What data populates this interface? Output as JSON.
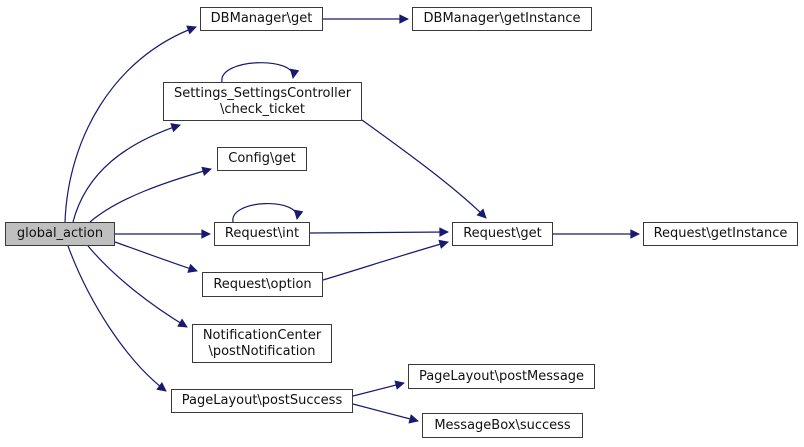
{
  "graph": {
    "kind": "doxygen-call-graph",
    "colors": {
      "edge": "#191970",
      "node_fill": "#ffffff",
      "root_fill": "#bfbfbf",
      "node_border": "#3a3a3a",
      "text": "#101010",
      "background": "#ffffff"
    },
    "nodes": {
      "global_action": {
        "label": "global_action"
      },
      "dbmanager_get": {
        "label": "DBManager\\get"
      },
      "dbmanager_getinstance": {
        "label": "DBManager\\getInstance"
      },
      "check_ticket": {
        "line1": "Settings_SettingsController",
        "line2": "\\check_ticket"
      },
      "config_get": {
        "label": "Config\\get"
      },
      "request_int": {
        "label": "Request\\int"
      },
      "request_get": {
        "label": "Request\\get"
      },
      "request_getinstance": {
        "label": "Request\\getInstance"
      },
      "request_option": {
        "label": "Request\\option"
      },
      "notification_center": {
        "line1": "NotificationCenter",
        "line2": "\\postNotification"
      },
      "pagelayout_postsuccess": {
        "label": "PageLayout\\postSuccess"
      },
      "pagelayout_postmessage": {
        "label": "PageLayout\\postMessage"
      },
      "messagebox_success": {
        "label": "MessageBox\\success"
      }
    },
    "edges": [
      {
        "from": "global_action",
        "to": "DBManager\\get"
      },
      {
        "from": "global_action",
        "to": "Settings_SettingsController\\check_ticket"
      },
      {
        "from": "global_action",
        "to": "Config\\get"
      },
      {
        "from": "global_action",
        "to": "Request\\int"
      },
      {
        "from": "global_action",
        "to": "Request\\option"
      },
      {
        "from": "global_action",
        "to": "NotificationCenter\\postNotification"
      },
      {
        "from": "global_action",
        "to": "PageLayout\\postSuccess"
      },
      {
        "from": "DBManager\\get",
        "to": "DBManager\\getInstance"
      },
      {
        "from": "Settings_SettingsController\\check_ticket",
        "to": "Settings_SettingsController\\check_ticket"
      },
      {
        "from": "Settings_SettingsController\\check_ticket",
        "to": "Request\\get"
      },
      {
        "from": "Request\\int",
        "to": "Request\\int"
      },
      {
        "from": "Request\\int",
        "to": "Request\\get"
      },
      {
        "from": "Request\\option",
        "to": "Request\\get"
      },
      {
        "from": "Request\\get",
        "to": "Request\\getInstance"
      },
      {
        "from": "PageLayout\\postSuccess",
        "to": "PageLayout\\postMessage"
      },
      {
        "from": "PageLayout\\postSuccess",
        "to": "MessageBox\\success"
      }
    ]
  }
}
